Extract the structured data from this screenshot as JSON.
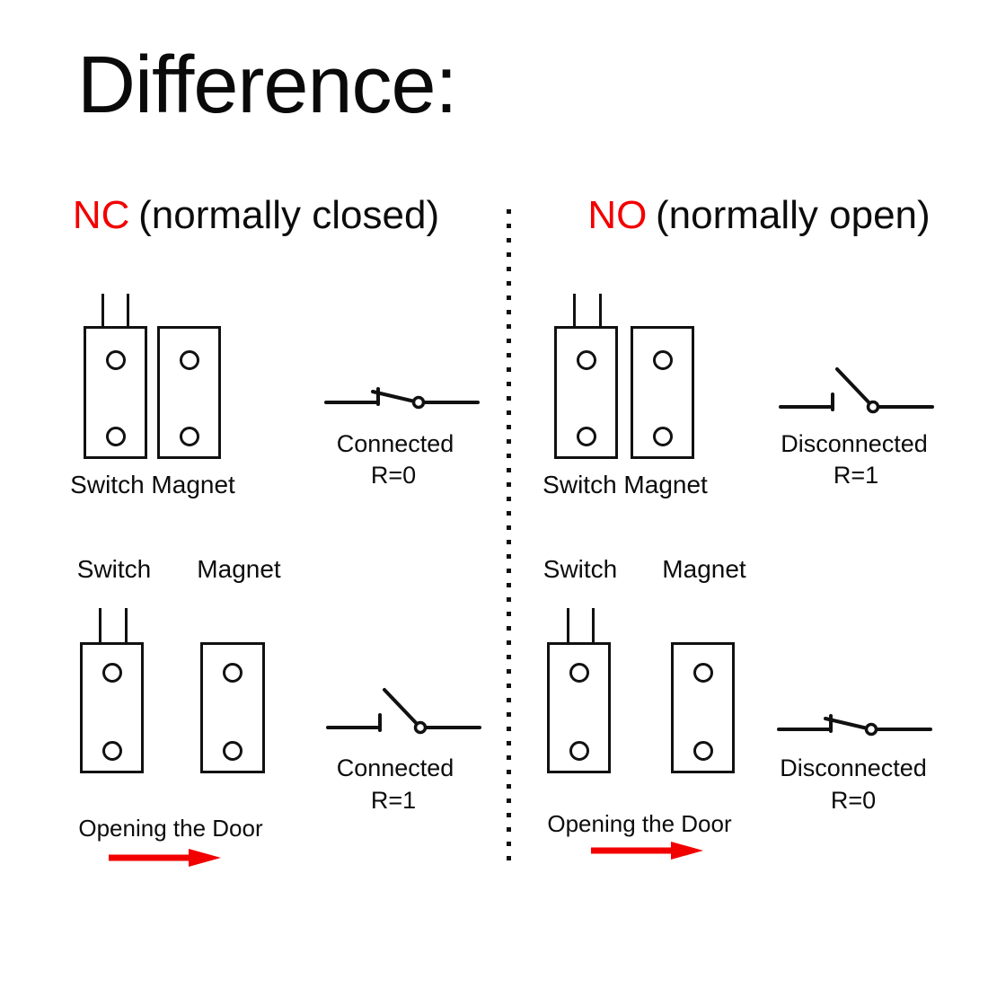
{
  "page": {
    "title": "Difference:"
  },
  "colors": {
    "accent_red": "#f20000",
    "ink": "#111111",
    "background": "#ffffff"
  },
  "columns": [
    {
      "heading_abbr": "NC",
      "heading_rest": "(normally closed)",
      "closed_state": {
        "figure_label": "Switch Magnet",
        "circuit_symbol": "closed-switch",
        "status": "Connected",
        "resistance": "R=0"
      },
      "open_state": {
        "switch_label": "Switch",
        "magnet_label": "Magnet",
        "circuit_symbol": "open-switch",
        "status": "Connected",
        "resistance": "R=1",
        "action_label": "Opening the Door"
      }
    },
    {
      "heading_abbr": "NO",
      "heading_rest": "(normally open)",
      "closed_state": {
        "figure_label": "Switch Magnet",
        "circuit_symbol": "open-switch",
        "status": "Disconnected",
        "resistance": "R=1"
      },
      "open_state": {
        "switch_label": "Switch",
        "magnet_label": "Magnet",
        "circuit_symbol": "closed-switch",
        "status": "Disconnected",
        "resistance": "R=0",
        "action_label": "Opening the Door"
      }
    }
  ]
}
